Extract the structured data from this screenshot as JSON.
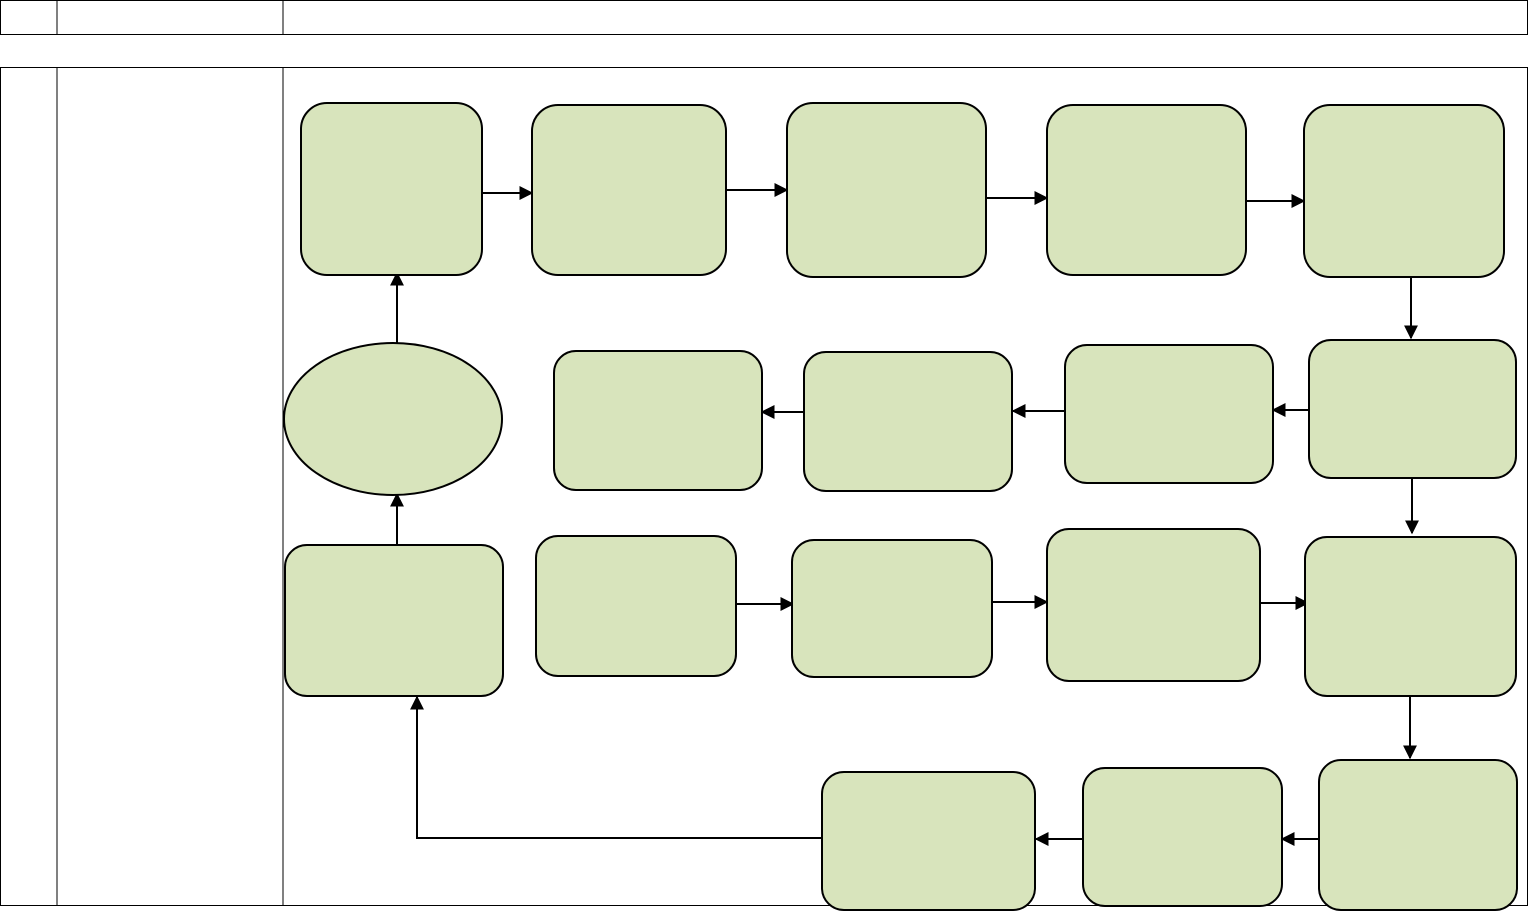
{
  "colors": {
    "node_fill": "#d8e4bc",
    "stroke": "#000000",
    "background": "#ffffff"
  },
  "header_table": {
    "cells": [
      "",
      "",
      ""
    ]
  },
  "main_table": {
    "cells": [
      "",
      "",
      ""
    ]
  },
  "diagram": {
    "nodes": [
      {
        "id": "n1",
        "shape": "rounded-rect",
        "label": ""
      },
      {
        "id": "n2",
        "shape": "rounded-rect",
        "label": ""
      },
      {
        "id": "n3",
        "shape": "rounded-rect",
        "label": ""
      },
      {
        "id": "n4",
        "shape": "rounded-rect",
        "label": ""
      },
      {
        "id": "n5",
        "shape": "rounded-rect",
        "label": ""
      },
      {
        "id": "n6",
        "shape": "rounded-rect",
        "label": ""
      },
      {
        "id": "n7",
        "shape": "rounded-rect",
        "label": ""
      },
      {
        "id": "n8",
        "shape": "rounded-rect",
        "label": ""
      },
      {
        "id": "n9",
        "shape": "rounded-rect",
        "label": ""
      },
      {
        "id": "n10",
        "shape": "ellipse",
        "label": ""
      },
      {
        "id": "n11",
        "shape": "rounded-rect",
        "label": ""
      },
      {
        "id": "n12",
        "shape": "rounded-rect",
        "label": ""
      },
      {
        "id": "n13",
        "shape": "rounded-rect",
        "label": ""
      },
      {
        "id": "n14",
        "shape": "rounded-rect",
        "label": ""
      },
      {
        "id": "n15",
        "shape": "rounded-rect",
        "label": ""
      },
      {
        "id": "n16",
        "shape": "rounded-rect",
        "label": ""
      },
      {
        "id": "n17",
        "shape": "rounded-rect",
        "label": ""
      },
      {
        "id": "n18",
        "shape": "rounded-rect",
        "label": ""
      }
    ],
    "edges": [
      {
        "from": "n1",
        "to": "n2"
      },
      {
        "from": "n2",
        "to": "n3"
      },
      {
        "from": "n3",
        "to": "n4"
      },
      {
        "from": "n4",
        "to": "n5"
      },
      {
        "from": "n5",
        "to": "n6"
      },
      {
        "from": "n6",
        "to": "n7"
      },
      {
        "from": "n7",
        "to": "n8"
      },
      {
        "from": "n8",
        "to": "n9"
      },
      {
        "from": "n6",
        "to": "n15"
      },
      {
        "from": "n12",
        "to": "n13"
      },
      {
        "from": "n13",
        "to": "n14"
      },
      {
        "from": "n14",
        "to": "n15"
      },
      {
        "from": "n15",
        "to": "n16"
      },
      {
        "from": "n16",
        "to": "n17"
      },
      {
        "from": "n17",
        "to": "n18"
      },
      {
        "from": "n18",
        "to": "n11"
      },
      {
        "from": "n11",
        "to": "n10"
      },
      {
        "from": "n10",
        "to": "n1"
      }
    ]
  }
}
